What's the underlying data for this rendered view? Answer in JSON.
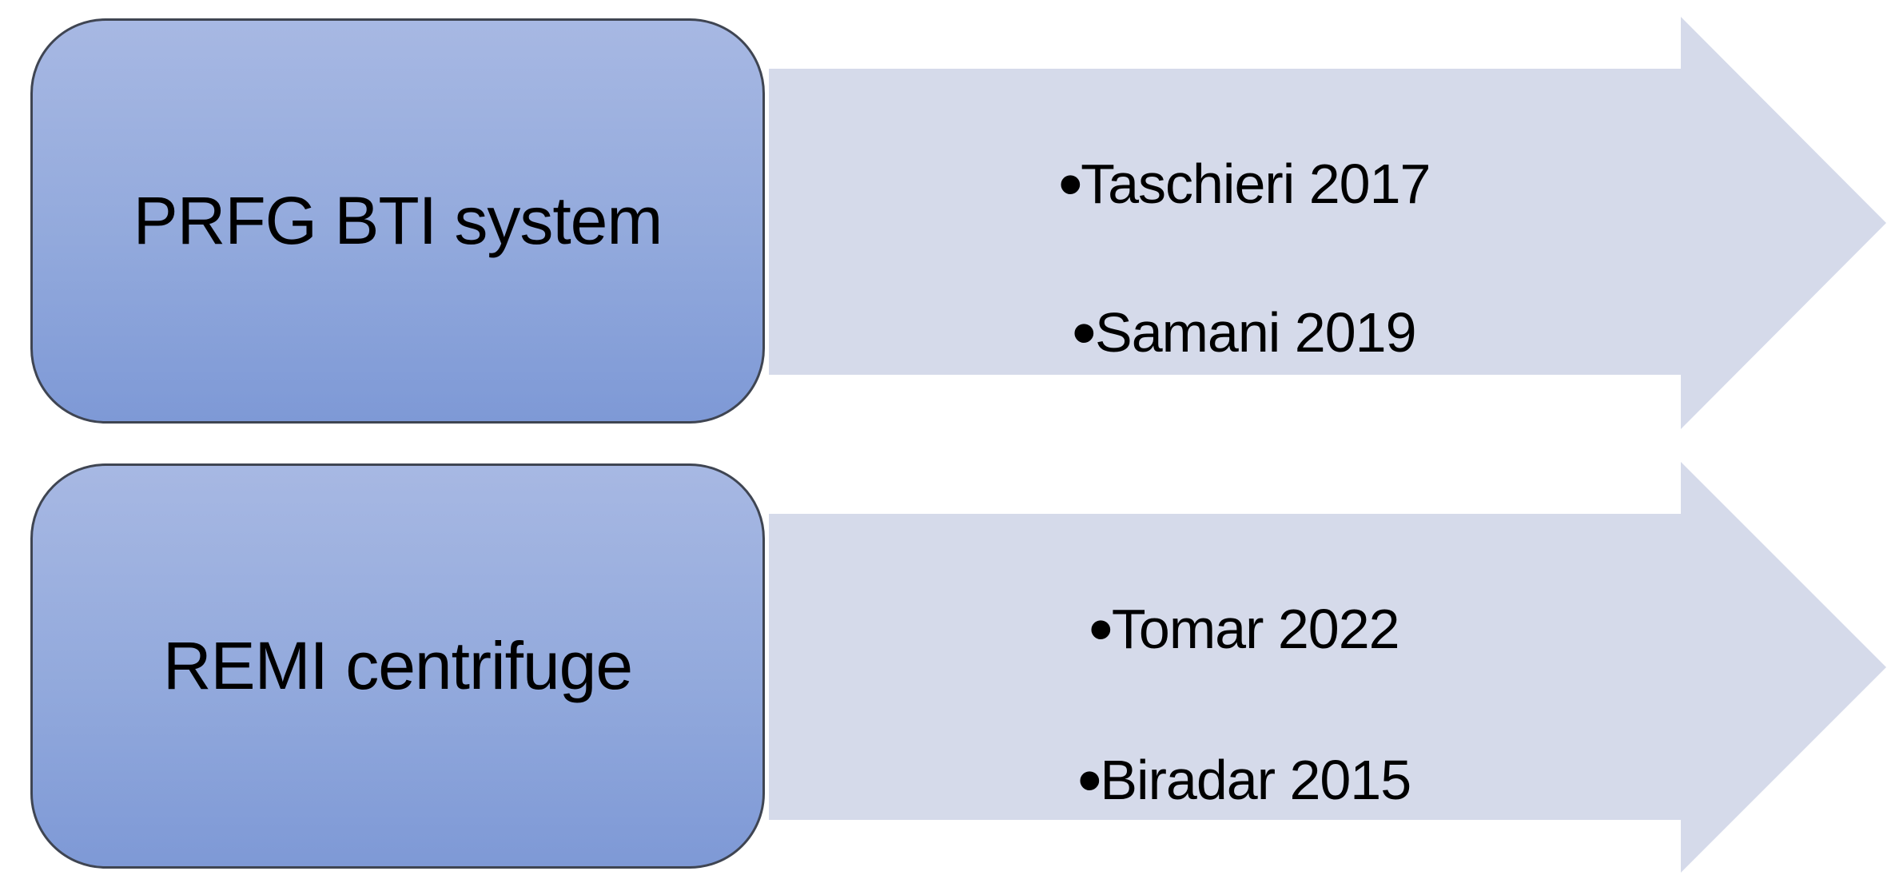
{
  "diagram": {
    "type": "smartart-accent-process",
    "bullet_char": "•",
    "rows": [
      {
        "box_label": "PRFG BTI system",
        "items": [
          "Taschieri 2017",
          "Samani 2019"
        ]
      },
      {
        "box_label": "REMI centrifuge",
        "items": [
          "Tomar 2022",
          "Biradar 2015"
        ]
      }
    ],
    "colors": {
      "box_gradient_top": "#a7b8e3",
      "box_gradient_bottom": "#7e99d6",
      "box_border": "#3f4552",
      "arrow_fill": "#d5daea",
      "text": "#000000",
      "background": "#ffffff"
    }
  }
}
